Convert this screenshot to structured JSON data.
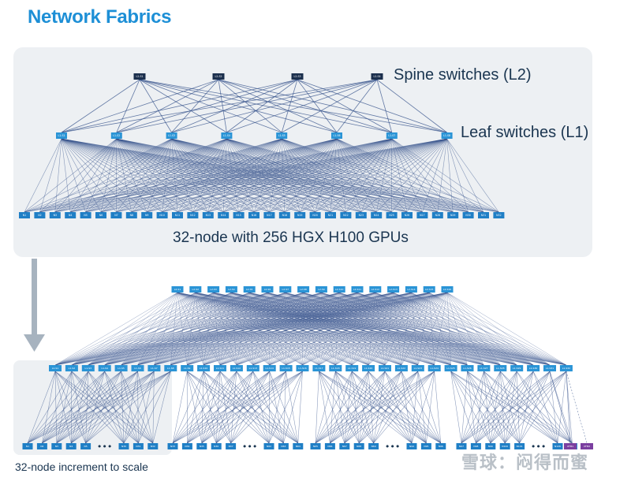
{
  "title": "Network Fabrics",
  "top_diagram": {
    "spine_label": "Spine switches (L2)",
    "leaf_label": "Leaf switches (L1)",
    "caption": "32-node with 256 HGX H100 GPUs",
    "spines": [
      "L2-S1",
      "L2-S2",
      "L2-S3",
      "L2-S4"
    ],
    "leaves": [
      "L1-S1",
      "L1-S2",
      "L1-S3",
      "L1-S4",
      "L1-S5",
      "L1-S6",
      "L1-S7",
      "L1-S8"
    ],
    "nodes": [
      "N1",
      "N2",
      "N3",
      "N4",
      "N5",
      "N6",
      "N7",
      "N8",
      "N9",
      "N10",
      "N11",
      "N12",
      "N13",
      "N14",
      "N15",
      "N16",
      "N17",
      "N18",
      "N19",
      "N20",
      "N21",
      "N22",
      "N23",
      "N24",
      "N25",
      "N26",
      "N27",
      "N28",
      "N29",
      "N30",
      "N31",
      "N32"
    ]
  },
  "bottom_diagram": {
    "caption": "32-node increment to scale",
    "spines": [
      "L2-S1",
      "L2-S2",
      "L2-S3",
      "L2-S4",
      "L2-S5",
      "L2-S6",
      "L2-S7",
      "L2-S8",
      "L2-S9",
      "L2-S10",
      "L2-S11",
      "L2-S12",
      "L2-S13",
      "L2-S14",
      "L2-S15",
      "L2-S16"
    ],
    "leaves": [
      "L1-S1",
      "L1-S2",
      "L1-S3",
      "L1-S4",
      "L1-S5",
      "L1-S6",
      "L1-S7",
      "L1-S8",
      "L1-S9",
      "L1-S10",
      "L1-S11",
      "L1-S12",
      "L1-S13",
      "L1-S14",
      "L1-S15",
      "L1-S16",
      "L1-S17",
      "L1-S18",
      "L1-S19",
      "L1-S20",
      "L1-S21",
      "L1-S22",
      "L1-S23",
      "L1-S24",
      "L1-S25",
      "L1-S26",
      "L1-S27",
      "L1-S28",
      "L1-S29",
      "L1-S30",
      "L1-S31",
      "L1-S32"
    ],
    "node_groups": [
      [
        "N1",
        "N2",
        "N3",
        "N4",
        "N5",
        "N30",
        "N31",
        "N32"
      ],
      [
        "N33",
        "N34",
        "N35",
        "N36",
        "N37",
        "N62",
        "N63",
        "N64"
      ],
      [
        "N65",
        "N66",
        "N67",
        "N68",
        "N69",
        "N94",
        "N95",
        "N96"
      ],
      [
        "N97",
        "N98",
        "N99",
        "N100",
        "N101",
        "N126",
        "N127"
      ]
    ],
    "ellipsis": "•••",
    "extra_nodes": [
      "UFM1",
      "UFM2"
    ]
  },
  "colors": {
    "title": "#1d8fd6",
    "spine": "#1b2f4d",
    "leaf": "#2a94d6",
    "node": "#1f7fc6",
    "ufm": "#7b3fa0",
    "line": "#33508a",
    "panel": "#edf0f3",
    "arrow": "#a7b3bf"
  },
  "watermark": "雪球：闷得而蜜"
}
